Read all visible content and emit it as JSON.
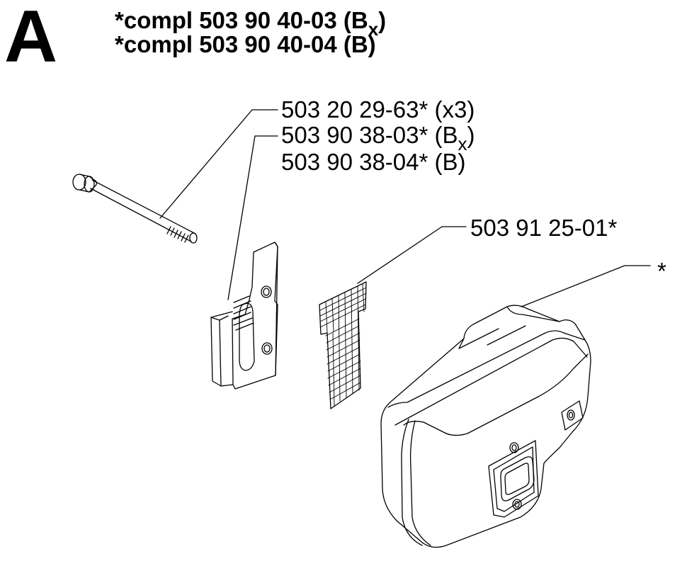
{
  "header": {
    "section_letter": "A",
    "line1": {
      "prefix": "*compl 503 90 40-03 (B",
      "sub": "x",
      "suffix": ")"
    },
    "line2": "*compl 503 90 40-04 (B)"
  },
  "callouts": {
    "screw": "503 20 29-63* (x3)",
    "plate_bx": {
      "prefix": "503 90 38-03* (B",
      "sub": "x",
      "suffix": ")"
    },
    "plate_b": "503 90 38-04* (B)",
    "screen": "503 91 25-01*",
    "muffler": "*"
  }
}
